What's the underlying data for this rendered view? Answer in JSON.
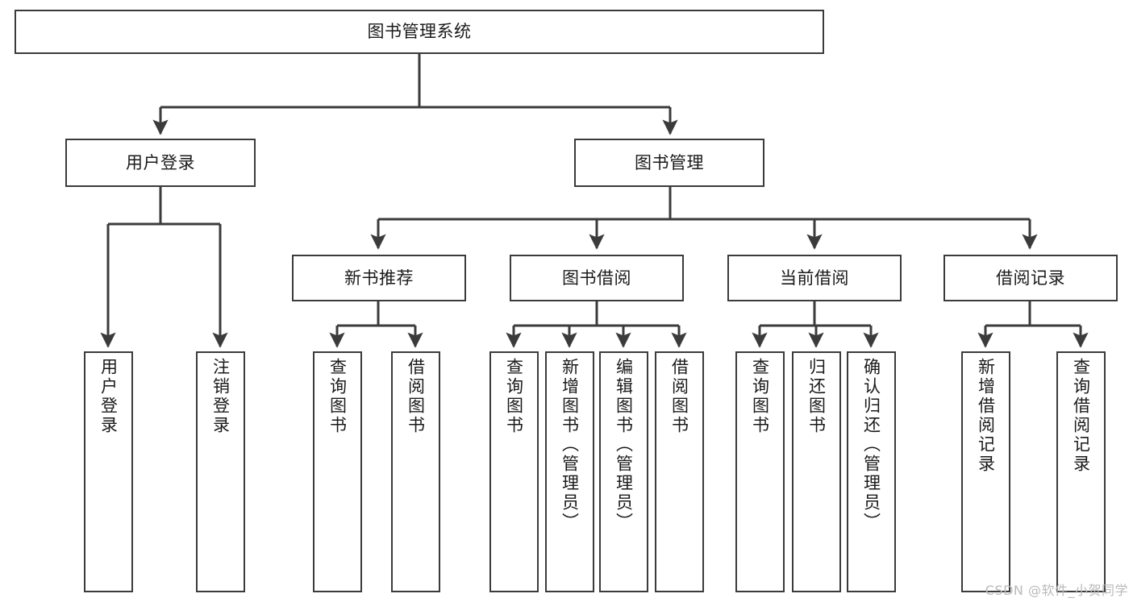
{
  "diagram": {
    "title": "图书管理系统",
    "watermark": "CSDN @软件_小贺同学",
    "line_color": "#3b3b3b",
    "box_fill": "#ffffff",
    "text_color": "#1a1a1a",
    "watermark_color": "#b9b9b9"
  },
  "nodes": {
    "root": {
      "label": "图书管理系统"
    },
    "level2": [
      {
        "id": "user-login",
        "label": "用户登录"
      },
      {
        "id": "book-manage",
        "label": "图书管理"
      }
    ],
    "level3": [
      {
        "id": "new-book-recommend",
        "label": "新书推荐"
      },
      {
        "id": "book-borrow",
        "label": "图书借阅"
      },
      {
        "id": "current-borrow",
        "label": "当前借阅"
      },
      {
        "id": "borrow-record",
        "label": "借阅记录"
      }
    ],
    "leaves": {
      "user_login": [
        {
          "id": "leaf-user-login",
          "label": "用户登录"
        },
        {
          "id": "leaf-logout",
          "label": "注销登录"
        }
      ],
      "new_book_recommend": [
        {
          "id": "leaf-query-book-1",
          "label": "查询图书"
        },
        {
          "id": "leaf-borrow-book-1",
          "label": "借阅图书"
        }
      ],
      "book_borrow": [
        {
          "id": "leaf-query-book-2",
          "label": "查询图书"
        },
        {
          "id": "leaf-add-book",
          "label": "新增图书（管理员）"
        },
        {
          "id": "leaf-edit-book",
          "label": "编辑图书（管理员）"
        },
        {
          "id": "leaf-borrow-book-2",
          "label": "借阅图书"
        }
      ],
      "current_borrow": [
        {
          "id": "leaf-query-book-3",
          "label": "查询图书"
        },
        {
          "id": "leaf-return-book",
          "label": "归还图书"
        },
        {
          "id": "leaf-confirm-return",
          "label": "确认归还（管理员）"
        }
      ],
      "borrow_record": [
        {
          "id": "leaf-add-record",
          "label": "新增借阅记录"
        },
        {
          "id": "leaf-query-record",
          "label": "查询借阅记录"
        }
      ]
    }
  }
}
